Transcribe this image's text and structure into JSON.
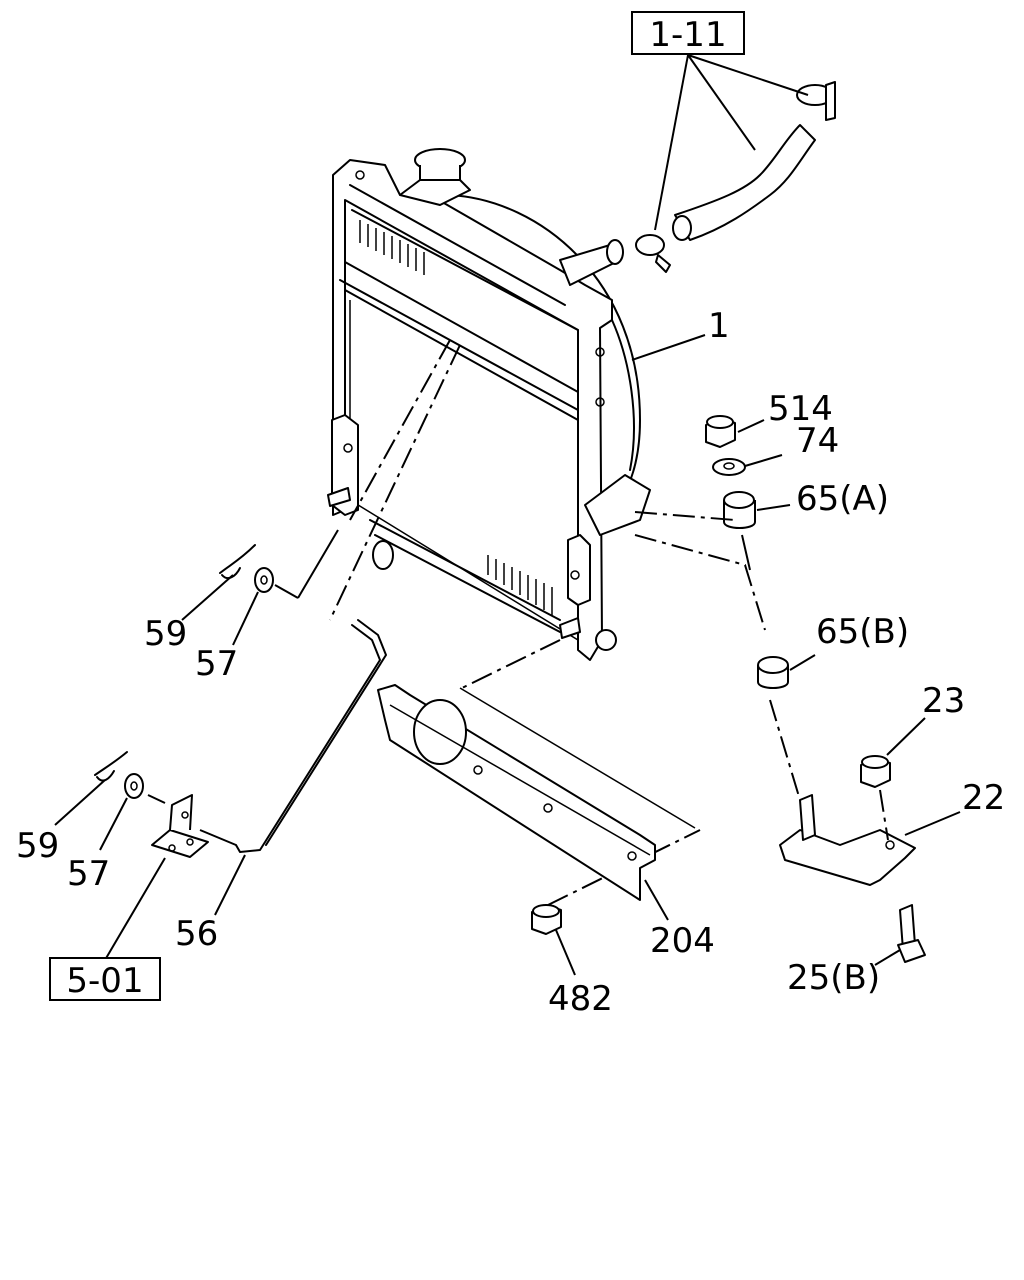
{
  "diagram": {
    "refs": {
      "hose_kit": "1-11",
      "bracket_ref": "5-01"
    },
    "labels": {
      "radiator": "1",
      "nut_514": "514",
      "washer_74": "74",
      "cushion_65a": "65(A)",
      "cushion_65b": "65(B)",
      "nut_23": "23",
      "bracket_22": "22",
      "bolt_25b": "25(B)",
      "cover_204": "204",
      "nut_482": "482",
      "hose_56": "56",
      "clip_59_upper": "59",
      "washer_57_upper": "57",
      "clip_59_lower": "59",
      "washer_57_lower": "57"
    }
  }
}
